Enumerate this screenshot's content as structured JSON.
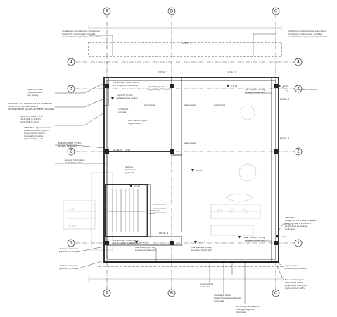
{
  "grid": {
    "columns": [
      "A",
      "B",
      "C"
    ],
    "rows": [
      "4",
      "3",
      "2",
      "1"
    ]
  },
  "notes": {
    "top_left": [
      "dodatkowo uszczelniane połączenie",
      "przegrody systemowej, montaż",
      "na zakładkę z wykończeniem ścianki"
    ],
    "top_right": [
      "dodatkowo uszczelniane połączenie",
      "przegrody systemowej, montaż",
      "na zakładkę z wykończeniem ścianki"
    ],
    "left_block_1": [
      "płyta fornirowa",
      "z zaślepieniem",
      "rury ściany"
    ],
    "left_block_2": [
      "OBRÓBKA BLACHARSKA Z POŁĄCZENIEM",
      "SYSTEMU Z SZ. OSŁONOWĄ",
      "WYKOŃCZENIE SZCZELINY WENTYLACYJNEJ"
    ],
    "left_block_3": [
      "płyta fornirowa 1,0cm",
      "płyta OSB gr. 15mm",
      "płyta OSB gr. 1cm"
    ],
    "left_block_4": [
      "OBRÓBKA: płyta fornirowa",
      "przed montażem płytki",
      "wykończenie ściany",
      "izolacja termiczna",
      "płyta OSB gr. 1cm"
    ],
    "left_mid": [
      "WYKOŃCZENIE STYKU:",
      "ZŁĄCZ - SPAWANA"
    ],
    "left_lower_1": [
      "izolacja termiczna",
      "płyta PIR gr. 9cm"
    ],
    "left_bottom_1": [
      "izolacja termiczna",
      "płyta PIR gr. 9cm"
    ],
    "left_bottom_2": [
      "izolacja termiczna",
      "płyta PIR gr. 9cm"
    ],
    "right_top": [
      "przegrodowy ścienny"
    ],
    "right_upper": [
      "filar stalowy 12 wg.",
      "projektu konstrukcji"
    ],
    "right_mid": [
      "filar stalowy 12 wg.",
      "projektu konstrukcji"
    ],
    "right_lower": [
      "OBRÓBKA",
      "przegroda ze ścianą przejścia",
      "oraz montaż w podłodze",
      "połączenie ze ścianą",
      "do ściany"
    ],
    "right_bottom_1": [
      "wykończenie",
      "podłoże pod sufitem"
    ],
    "right_bottom_2": [
      "filar wentylacyjny:",
      "wentylacja dachu",
      "połączenie wentylacji",
      "wykończenie sufitu"
    ],
    "bottom_1": [
      "filar stalowy 12 wg.",
      "projektu konstrukcji"
    ],
    "bottom_2": [
      "filar stalowy 12 wg.",
      "projektu konstrukcji"
    ],
    "bottom_3": [
      "wykończenie",
      "dachu 5°"
    ],
    "bottom_4": [
      "izolacja w dolnej",
      "przegrodzie w przegrodzie",
      "dachowej"
    ],
    "bottom_5": [
      "kurtyna przeciwwodna",
      "dolnej przegrody",
      "dachowej"
    ],
    "mid_1": [
      "filar stalowy 200x200mm",
      "wg. projektu konstrukcji"
    ],
    "mid_2": [
      "filar stalowy 200x200mm",
      "wg. projektu konstrukcji"
    ],
    "mid_3": [
      "płyta fornirowa",
      "wykończenia ściany"
    ],
    "mid_4": [
      "płyta PIR gr. 9cm",
      "płyta OSB gr. 1,5cm"
    ],
    "mid_5": [
      "blok wentylacyjny",
      "wg. projektu"
    ],
    "mid_6": [
      "okładzina",
      "ścianek"
    ],
    "mid_7": [
      "izolacja",
      "termiczna",
      "płyta PIR"
    ],
    "mid_8": [
      "wentylacja"
    ],
    "mid_9": [
      "wentylacja"
    ],
    "mid_10": [
      "wentylacja"
    ],
    "mid_11": [
      "wentylacja"
    ],
    "mid_12": [
      "wentylacja",
      "ściany"
    ]
  },
  "labels": {
    "detail1": "DETAL 1",
    "detail2": "DETAL 2",
    "detail3": "DETAL 3",
    "detail4": "DETAL 4",
    "detail5": "DETAL 5",
    "detail6": "DETAL 6",
    "detail7": "DETAL 7",
    "detail8": "DETAL 8",
    "level1": "+3,15",
    "level2": "+0,00",
    "level3": "+3,15",
    "level4": "+0,00",
    "level5": "+3,15",
    "level6": "+0,00",
    "level7": "+3,15",
    "level8": "+3,15",
    "level9": "+0,00",
    "scale": "1:50",
    "floor_label": "PIĘTRO"
  }
}
